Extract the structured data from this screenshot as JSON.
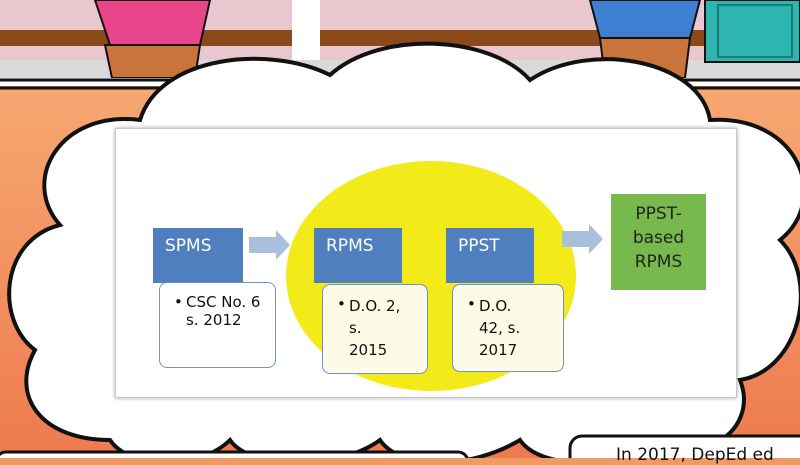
{
  "diagram": {
    "stages": [
      {
        "title": "SPMS",
        "detail": "CSC No. 6\ns. 2012"
      },
      {
        "title": "RPMS",
        "detail": "D.O. 2,\ns.\n2015"
      },
      {
        "title": "PPST",
        "detail": "D.O.\n42, s.\n2017"
      }
    ],
    "result": "PPST-\nbased\nRPMS"
  },
  "caption_text": "In 2017, DepEd ed",
  "colors": {
    "background_orange": "#f29a63",
    "box_blue": "#4f7fbf",
    "highlight_yellow": "#f3ea1a",
    "result_green": "#78b94e",
    "arrow_blue": "#a9bfdc"
  }
}
